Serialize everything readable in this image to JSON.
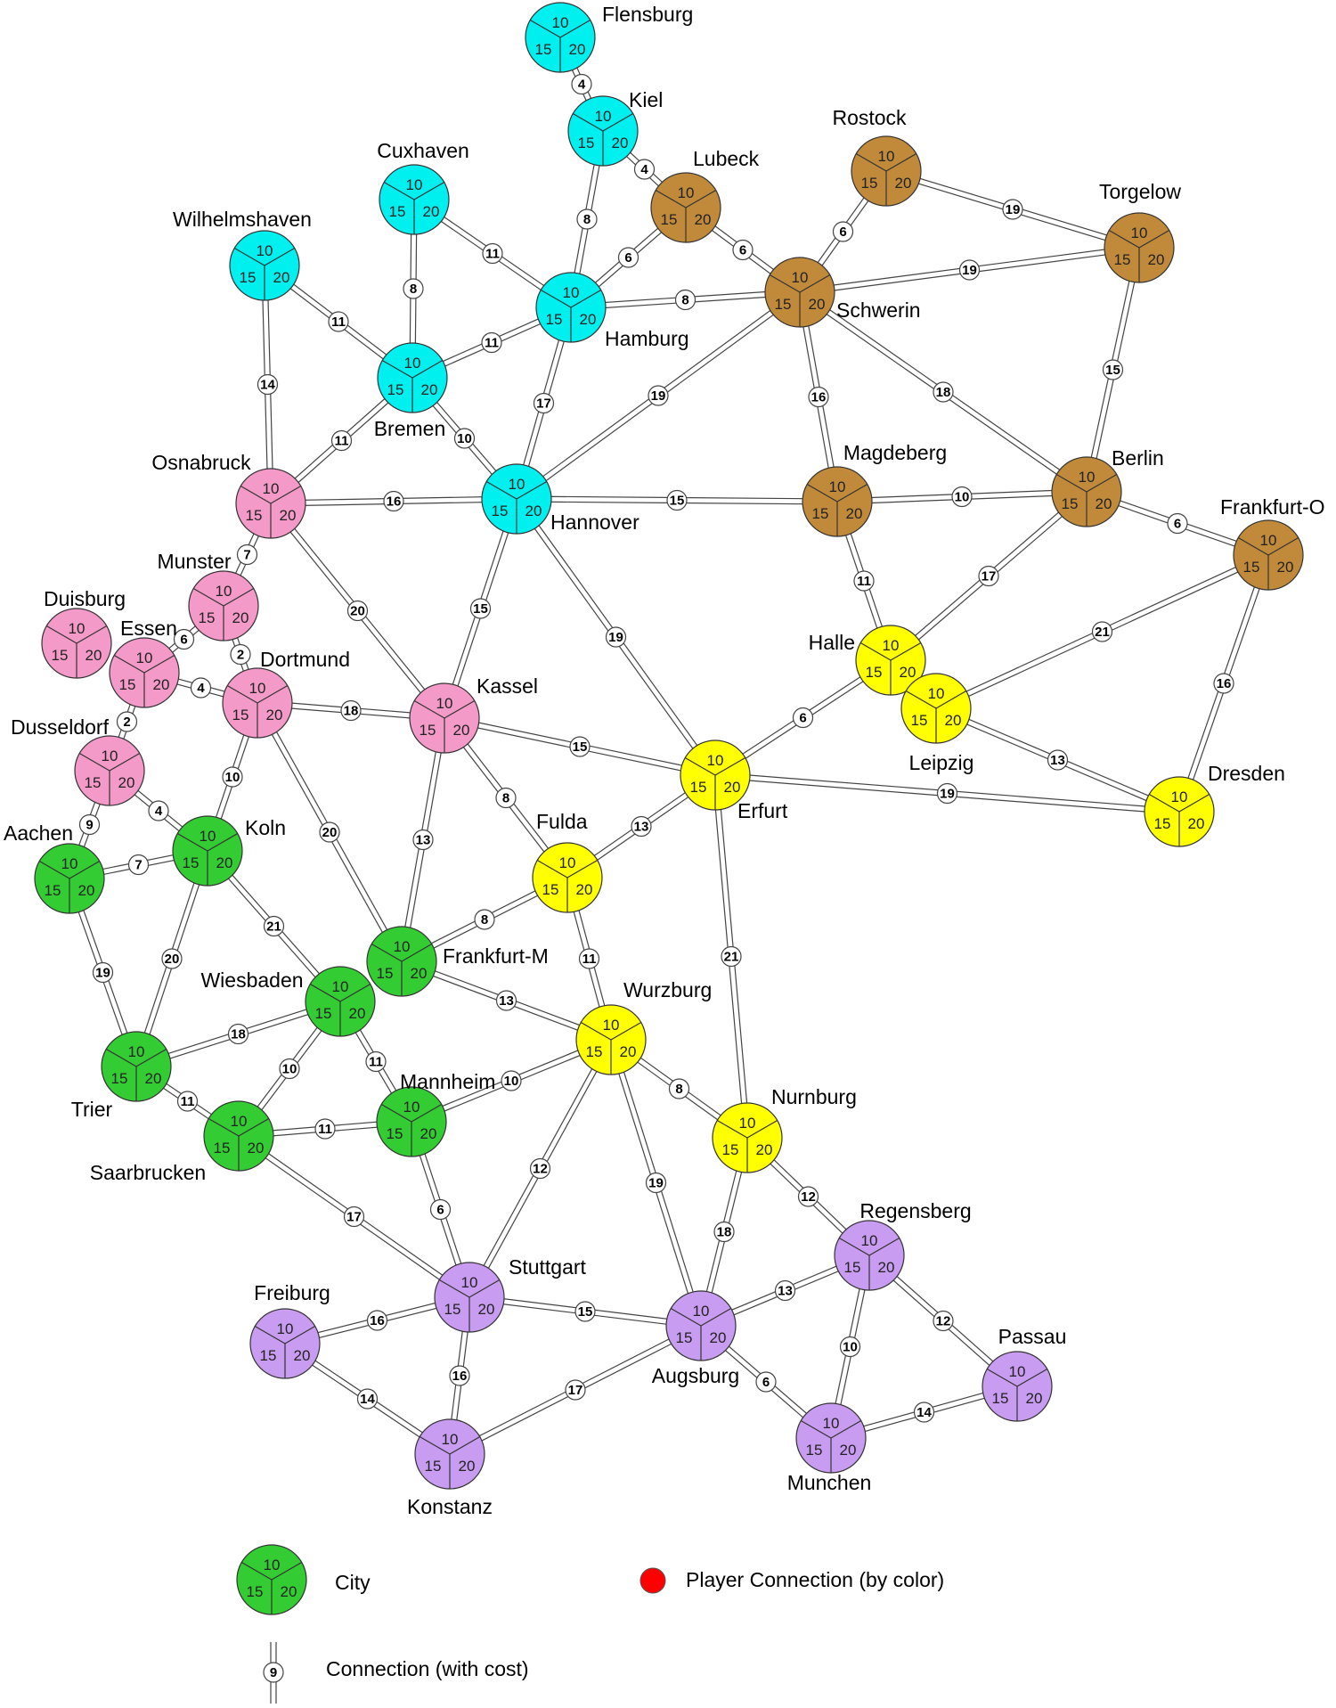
{
  "board": {
    "title": "Germany rail network",
    "slot_values": [
      "10",
      "15",
      "20"
    ],
    "region_colors": {
      "cyan": "#00f0f0",
      "brown": "#c08a3a",
      "pink": "#f49ac8",
      "green": "#33cc33",
      "yellow": "#ffff00",
      "purple": "#c89cf0"
    },
    "cities": [
      {
        "id": "flensburg",
        "name": "Flensburg",
        "color": "cyan"
      },
      {
        "id": "kiel",
        "name": "Kiel",
        "color": "cyan"
      },
      {
        "id": "cuxhaven",
        "name": "Cuxhaven",
        "color": "cyan"
      },
      {
        "id": "wilhelmshaven",
        "name": "Wilhelmshaven",
        "color": "cyan"
      },
      {
        "id": "hamburg",
        "name": "Hamburg",
        "color": "cyan"
      },
      {
        "id": "bremen",
        "name": "Bremen",
        "color": "cyan"
      },
      {
        "id": "hannover",
        "name": "Hannover",
        "color": "cyan"
      },
      {
        "id": "lubeck",
        "name": "Lubeck",
        "color": "brown"
      },
      {
        "id": "rostock",
        "name": "Rostock",
        "color": "brown"
      },
      {
        "id": "torgelow",
        "name": "Torgelow",
        "color": "brown"
      },
      {
        "id": "schwerin",
        "name": "Schwerin",
        "color": "brown"
      },
      {
        "id": "magdeberg",
        "name": "Magdeberg",
        "color": "brown"
      },
      {
        "id": "berlin",
        "name": "Berlin",
        "color": "brown"
      },
      {
        "id": "frankfurt_o",
        "name": "Frankfurt-O",
        "color": "brown"
      },
      {
        "id": "osnabruck",
        "name": "Osnabruck",
        "color": "pink"
      },
      {
        "id": "munster",
        "name": "Munster",
        "color": "pink"
      },
      {
        "id": "duisburg",
        "name": "Duisburg",
        "color": "pink"
      },
      {
        "id": "essen",
        "name": "Essen",
        "color": "pink"
      },
      {
        "id": "dortmund",
        "name": "Dortmund",
        "color": "pink"
      },
      {
        "id": "dusseldorf",
        "name": "Dusseldorf",
        "color": "pink"
      },
      {
        "id": "kassel",
        "name": "Kassel",
        "color": "pink"
      },
      {
        "id": "aachen",
        "name": "Aachen",
        "color": "green"
      },
      {
        "id": "koln",
        "name": "Koln",
        "color": "green"
      },
      {
        "id": "frankfurt_m",
        "name": "Frankfurt-M",
        "color": "green"
      },
      {
        "id": "wiesbaden",
        "name": "Wiesbaden",
        "color": "green"
      },
      {
        "id": "trier",
        "name": "Trier",
        "color": "green"
      },
      {
        "id": "mannheim",
        "name": "Mannheim",
        "color": "green"
      },
      {
        "id": "saarbrucken",
        "name": "Saarbrucken",
        "color": "green"
      },
      {
        "id": "halle",
        "name": "Halle",
        "color": "yellow"
      },
      {
        "id": "leipzig",
        "name": "Leipzig",
        "color": "yellow"
      },
      {
        "id": "erfurt",
        "name": "Erfurt",
        "color": "yellow"
      },
      {
        "id": "dresden",
        "name": "Dresden",
        "color": "yellow"
      },
      {
        "id": "fulda",
        "name": "Fulda",
        "color": "yellow"
      },
      {
        "id": "wurzburg",
        "name": "Wurzburg",
        "color": "yellow"
      },
      {
        "id": "nurnburg",
        "name": "Nurnburg",
        "color": "yellow"
      },
      {
        "id": "regensberg",
        "name": "Regensberg",
        "color": "purple"
      },
      {
        "id": "passau",
        "name": "Passau",
        "color": "purple"
      },
      {
        "id": "freiburg",
        "name": "Freiburg",
        "color": "purple"
      },
      {
        "id": "stuttgart",
        "name": "Stuttgart",
        "color": "purple"
      },
      {
        "id": "augsburg",
        "name": "Augsburg",
        "color": "purple"
      },
      {
        "id": "munchen",
        "name": "Munchen",
        "color": "purple"
      },
      {
        "id": "konstanz",
        "name": "Konstanz",
        "color": "purple"
      }
    ],
    "connections": [
      {
        "from": "flensburg",
        "to": "kiel",
        "cost": 4
      },
      {
        "from": "kiel",
        "to": "lubeck",
        "cost": 4
      },
      {
        "from": "kiel",
        "to": "hamburg",
        "cost": 8
      },
      {
        "from": "hamburg",
        "to": "lubeck",
        "cost": 6
      },
      {
        "from": "lubeck",
        "to": "schwerin",
        "cost": 6
      },
      {
        "from": "hamburg",
        "to": "schwerin",
        "cost": 8
      },
      {
        "from": "schwerin",
        "to": "rostock",
        "cost": 6
      },
      {
        "from": "rostock",
        "to": "torgelow",
        "cost": 19
      },
      {
        "from": "schwerin",
        "to": "torgelow",
        "cost": 19
      },
      {
        "from": "torgelow",
        "to": "berlin",
        "cost": 15
      },
      {
        "from": "schwerin",
        "to": "berlin",
        "cost": 18
      },
      {
        "from": "schwerin",
        "to": "magdeberg",
        "cost": 16
      },
      {
        "from": "schwerin",
        "to": "hannover",
        "cost": 19
      },
      {
        "from": "cuxhaven",
        "to": "bremen",
        "cost": 8
      },
      {
        "from": "cuxhaven",
        "to": "hamburg",
        "cost": 11
      },
      {
        "from": "wilhelmshaven",
        "to": "bremen",
        "cost": 11
      },
      {
        "from": "wilhelmshaven",
        "to": "osnabruck",
        "cost": 14
      },
      {
        "from": "bremen",
        "to": "hamburg",
        "cost": 11
      },
      {
        "from": "bremen",
        "to": "osnabruck",
        "cost": 11
      },
      {
        "from": "bremen",
        "to": "hannover",
        "cost": 10
      },
      {
        "from": "hamburg",
        "to": "hannover",
        "cost": 17
      },
      {
        "from": "osnabruck",
        "to": "hannover",
        "cost": 16
      },
      {
        "from": "hannover",
        "to": "magdeberg",
        "cost": 15
      },
      {
        "from": "magdeberg",
        "to": "berlin",
        "cost": 10
      },
      {
        "from": "berlin",
        "to": "frankfurt_o",
        "cost": 6
      },
      {
        "from": "magdeberg",
        "to": "halle",
        "cost": 11
      },
      {
        "from": "berlin",
        "to": "halle",
        "cost": 17
      },
      {
        "from": "frankfurt_o",
        "to": "leipzig",
        "cost": 21
      },
      {
        "from": "frankfurt_o",
        "to": "dresden",
        "cost": 16
      },
      {
        "from": "leipzig",
        "to": "dresden",
        "cost": 13
      },
      {
        "from": "halle",
        "to": "erfurt",
        "cost": 6
      },
      {
        "from": "erfurt",
        "to": "dresden",
        "cost": 19
      },
      {
        "from": "hannover",
        "to": "erfurt",
        "cost": 19
      },
      {
        "from": "hannover",
        "to": "kassel",
        "cost": 15
      },
      {
        "from": "osnabruck",
        "to": "munster",
        "cost": 7
      },
      {
        "from": "osnabruck",
        "to": "kassel",
        "cost": 20
      },
      {
        "from": "munster",
        "to": "essen",
        "cost": 6
      },
      {
        "from": "munster",
        "to": "dortmund",
        "cost": 2
      },
      {
        "from": "essen",
        "to": "dortmund",
        "cost": 4
      },
      {
        "from": "essen",
        "to": "dusseldorf",
        "cost": 2
      },
      {
        "from": "dortmund",
        "to": "kassel",
        "cost": 18
      },
      {
        "from": "dortmund",
        "to": "koln",
        "cost": 10
      },
      {
        "from": "dortmund",
        "to": "frankfurt_m",
        "cost": 20
      },
      {
        "from": "dusseldorf",
        "to": "koln",
        "cost": 4
      },
      {
        "from": "dusseldorf",
        "to": "aachen",
        "cost": 9
      },
      {
        "from": "aachen",
        "to": "koln",
        "cost": 7
      },
      {
        "from": "aachen",
        "to": "trier",
        "cost": 19
      },
      {
        "from": "koln",
        "to": "trier",
        "cost": 20
      },
      {
        "from": "koln",
        "to": "wiesbaden",
        "cost": 21
      },
      {
        "from": "kassel",
        "to": "erfurt",
        "cost": 15
      },
      {
        "from": "kassel",
        "to": "fulda",
        "cost": 8
      },
      {
        "from": "kassel",
        "to": "frankfurt_m",
        "cost": 13
      },
      {
        "from": "fulda",
        "to": "erfurt",
        "cost": 13
      },
      {
        "from": "fulda",
        "to": "frankfurt_m",
        "cost": 8
      },
      {
        "from": "fulda",
        "to": "wurzburg",
        "cost": 11
      },
      {
        "from": "erfurt",
        "to": "nurnburg",
        "cost": 21
      },
      {
        "from": "frankfurt_m",
        "to": "wurzburg",
        "cost": 13
      },
      {
        "from": "wiesbaden",
        "to": "trier",
        "cost": 18
      },
      {
        "from": "wiesbaden",
        "to": "saarbrucken",
        "cost": 10
      },
      {
        "from": "wiesbaden",
        "to": "mannheim",
        "cost": 11
      },
      {
        "from": "trier",
        "to": "saarbrucken",
        "cost": 11
      },
      {
        "from": "saarbrucken",
        "to": "mannheim",
        "cost": 11
      },
      {
        "from": "saarbrucken",
        "to": "stuttgart",
        "cost": 17
      },
      {
        "from": "mannheim",
        "to": "wurzburg",
        "cost": 10
      },
      {
        "from": "mannheim",
        "to": "stuttgart",
        "cost": 6
      },
      {
        "from": "wurzburg",
        "to": "nurnburg",
        "cost": 8
      },
      {
        "from": "wurzburg",
        "to": "stuttgart",
        "cost": 12
      },
      {
        "from": "wurzburg",
        "to": "augsburg",
        "cost": 19
      },
      {
        "from": "nurnburg",
        "to": "augsburg",
        "cost": 18
      },
      {
        "from": "nurnburg",
        "to": "regensberg",
        "cost": 12
      },
      {
        "from": "regensberg",
        "to": "augsburg",
        "cost": 13
      },
      {
        "from": "regensberg",
        "to": "munchen",
        "cost": 10
      },
      {
        "from": "regensberg",
        "to": "passau",
        "cost": 12
      },
      {
        "from": "munchen",
        "to": "passau",
        "cost": 14
      },
      {
        "from": "augsburg",
        "to": "munchen",
        "cost": 6
      },
      {
        "from": "stuttgart",
        "to": "augsburg",
        "cost": 15
      },
      {
        "from": "stuttgart",
        "to": "freiburg",
        "cost": 16
      },
      {
        "from": "stuttgart",
        "to": "konstanz",
        "cost": 16
      },
      {
        "from": "freiburg",
        "to": "konstanz",
        "cost": 14
      },
      {
        "from": "konstanz",
        "to": "augsburg",
        "cost": 17
      }
    ]
  },
  "legend": {
    "city_label": "City",
    "city_color": "green",
    "player_label": "Player Connection (by color)",
    "player_color": "#ff0000",
    "connection_label": "Connection (with cost)",
    "connection_cost": "9"
  }
}
